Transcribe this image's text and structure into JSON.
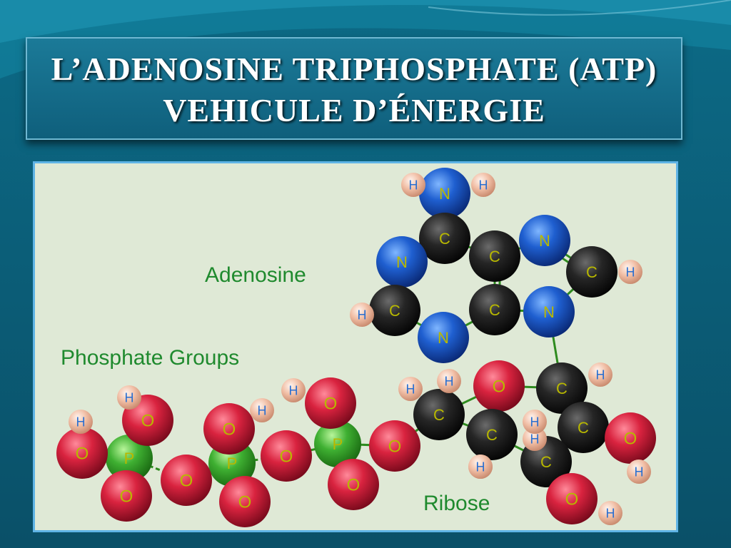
{
  "title": {
    "line1": "L’ADENOSINE TRIPHOSPHATE (ATP)",
    "line2": "VEHICULE D’ÉNERGIE"
  },
  "labels": {
    "adenosine": "Adenosine",
    "phosphate_groups": "Phosphate Groups",
    "ribose": "Ribose"
  },
  "colors": {
    "background": "#0b5a74",
    "panel": "#dfe9d6",
    "panel_border": "#5fb4e6",
    "label_green": "#1f8a2e",
    "bond_green": "#2e8b1e",
    "carbon": "#1a1a1a",
    "nitrogen": "#1c5cc8",
    "oxygen": "#d9233f",
    "phosphorus": "#3fb032",
    "hydrogen": "#f1bfa6",
    "hydrogen_text": "#2a6fd0",
    "atom_letter": "#b8b800"
  },
  "atoms": [
    {
      "id": "nh",
      "el": "N",
      "name": "amine-nitrogen"
    },
    {
      "id": "hnh1",
      "el": "H",
      "name": "amine-hydrogen-left"
    },
    {
      "id": "hnh2",
      "el": "H",
      "name": "amine-hydrogen-right"
    },
    {
      "id": "c6",
      "el": "C",
      "name": "ring-carbon-c6"
    },
    {
      "id": "n1",
      "el": "N",
      "name": "ring-nitrogen-n1"
    },
    {
      "id": "c5",
      "el": "C",
      "name": "ring-carbon-c5"
    },
    {
      "id": "n7",
      "el": "N",
      "name": "ring-nitrogen-n7"
    },
    {
      "id": "c8",
      "el": "C",
      "name": "ring-carbon-c8"
    },
    {
      "id": "h8",
      "el": "H",
      "name": "hydrogen-h8"
    },
    {
      "id": "c2",
      "el": "C",
      "name": "ring-carbon-c2"
    },
    {
      "id": "h2",
      "el": "H",
      "name": "hydrogen-h2"
    },
    {
      "id": "c4",
      "el": "C",
      "name": "ring-carbon-c4"
    },
    {
      "id": "n9",
      "el": "N",
      "name": "ring-nitrogen-n9"
    },
    {
      "id": "n3",
      "el": "N",
      "name": "ring-nitrogen-n3"
    },
    {
      "id": "o4r",
      "el": "O",
      "name": "ribose-ring-oxygen"
    },
    {
      "id": "c1r",
      "el": "C",
      "name": "ribose-carbon-c1"
    },
    {
      "id": "h1r",
      "el": "H",
      "name": "ribose-hydrogen-h1"
    },
    {
      "id": "c4r",
      "el": "C",
      "name": "ribose-carbon-c4"
    },
    {
      "id": "h4ra",
      "el": "H",
      "name": "ribose-hydrogen-h4a"
    },
    {
      "id": "h4rb",
      "el": "H",
      "name": "ribose-hydrogen-h4b"
    },
    {
      "id": "c5r",
      "el": "C",
      "name": "ribose-carbon-c5"
    },
    {
      "id": "h5r",
      "el": "H",
      "name": "ribose-hydrogen-h5"
    },
    {
      "id": "h5rb",
      "el": "H",
      "name": "ribose-hydrogen-h5b"
    },
    {
      "id": "c3r",
      "el": "C",
      "name": "ribose-carbon-c3"
    },
    {
      "id": "h3r",
      "el": "H",
      "name": "ribose-hydrogen-h3"
    },
    {
      "id": "c2r",
      "el": "C",
      "name": "ribose-carbon-c2"
    },
    {
      "id": "o2r",
      "el": "O",
      "name": "ribose-hydroxyl-oxygen-o2"
    },
    {
      "id": "h2o",
      "el": "H",
      "name": "ribose-hydroxyl-hydrogen-o2"
    },
    {
      "id": "h2r",
      "el": "H",
      "name": "ribose-hydrogen-h2"
    },
    {
      "id": "o3r",
      "el": "O",
      "name": "ribose-hydroxyl-oxygen-o3"
    },
    {
      "id": "h3o",
      "el": "H",
      "name": "ribose-hydroxyl-hydrogen-o3"
    },
    {
      "id": "ob",
      "el": "O",
      "name": "bridge-oxygen-ribose"
    },
    {
      "id": "p3",
      "el": "P",
      "name": "phosphorus-alpha"
    },
    {
      "id": "o3top",
      "el": "O",
      "name": "phosphate-alpha-oxygen-top"
    },
    {
      "id": "o3bot",
      "el": "O",
      "name": "phosphate-alpha-oxygen-bottom"
    },
    {
      "id": "h3p",
      "el": "H",
      "name": "phosphate-alpha-hydrogen"
    },
    {
      "id": "o23",
      "el": "O",
      "name": "bridge-oxygen-alpha-beta"
    },
    {
      "id": "p2",
      "el": "P",
      "name": "phosphorus-beta"
    },
    {
      "id": "o2top",
      "el": "O",
      "name": "phosphate-beta-oxygen-top"
    },
    {
      "id": "h2p",
      "el": "H",
      "name": "phosphate-beta-hydrogen"
    },
    {
      "id": "o2bot",
      "el": "O",
      "name": "phosphate-beta-oxygen-bottom"
    },
    {
      "id": "o12",
      "el": "O",
      "name": "bridge-oxygen-beta-gamma"
    },
    {
      "id": "p1",
      "el": "P",
      "name": "phosphorus-gamma"
    },
    {
      "id": "o1top",
      "el": "O",
      "name": "phosphate-gamma-oxygen-top"
    },
    {
      "id": "h1p",
      "el": "H",
      "name": "phosphate-gamma-hydrogen-top"
    },
    {
      "id": "o1left",
      "el": "O",
      "name": "phosphate-gamma-oxygen-left"
    },
    {
      "id": "h1l",
      "el": "H",
      "name": "phosphate-gamma-hydrogen-left"
    },
    {
      "id": "o1bot",
      "el": "O",
      "name": "phosphate-gamma-oxygen-bottom"
    }
  ]
}
